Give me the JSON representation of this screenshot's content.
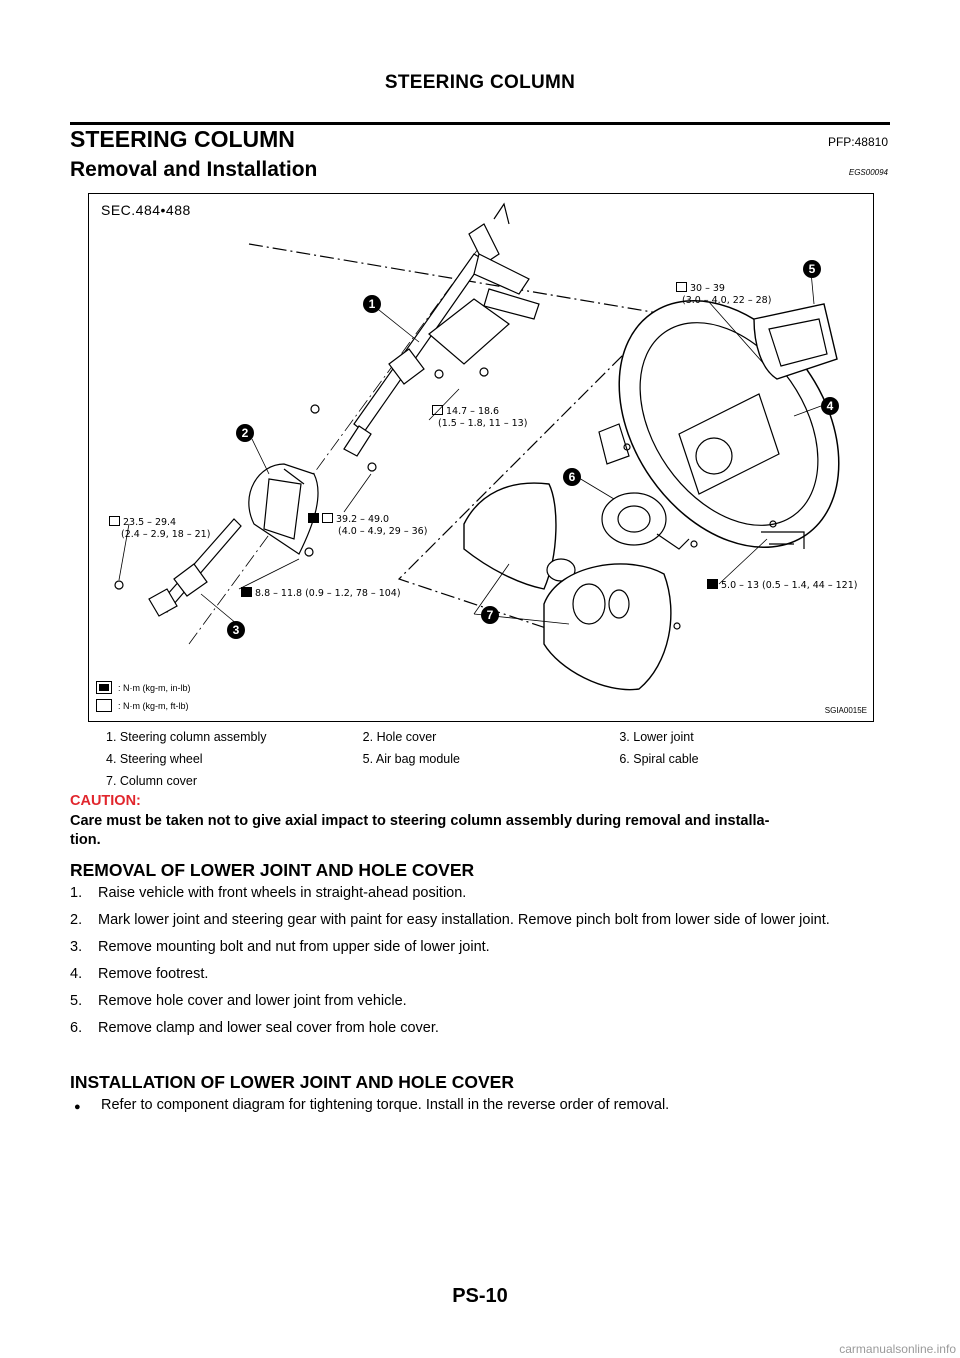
{
  "header": {
    "title": "STEERING COLUMN"
  },
  "section": {
    "title": "STEERING COLUMN",
    "code": "PFP:48810"
  },
  "subsection": {
    "title": "Removal and Installation",
    "code": "EGS00094"
  },
  "figure": {
    "sec": "SEC.484•488",
    "id": "SGIA0015E",
    "callouts": [
      "1",
      "2",
      "3",
      "4",
      "5",
      "6",
      "7"
    ],
    "torques": {
      "t1": {
        "line1": "30 – 39",
        "line2": "(3.0 – 4.0, 22 – 28)"
      },
      "t2": {
        "line1": "14.7 – 18.6",
        "line2": "(1.5 – 1.8, 11 – 13)"
      },
      "t3": {
        "line1": "23.5 – 29.4",
        "line2": "(2.4 – 2.9, 18 – 21)"
      },
      "t4": {
        "line1": "39.2 – 49.0",
        "line2": "(4.0 – 4.9, 29 – 36)"
      },
      "t5": {
        "line1": "8.8 – 11.8 (0.9 – 1.2, 78 – 104)"
      },
      "t6": {
        "line1": "5.0 – 13 (0.5 – 1.4, 44 – 121)"
      }
    },
    "legend": [
      {
        "text": ": N·m (kg-m, in-lb)"
      },
      {
        "text": ": N·m (kg-m, ft-lb)"
      }
    ]
  },
  "parts": [
    [
      "1.   Steering column assembly",
      "2.   Hole cover",
      "3.   Lower joint"
    ],
    [
      "4.   Steering wheel",
      "5.   Air bag module",
      "6.   Spiral cable"
    ],
    [
      "7.   Column cover",
      "",
      ""
    ]
  ],
  "caution": {
    "label": "CAUTION:",
    "line1": "Care must be taken not to give axial impact to steering column assembly during removal and installa-",
    "line2": "tion."
  },
  "removal": {
    "title": "REMOVAL OF LOWER JOINT AND HOLE COVER",
    "steps": [
      {
        "num": "1.",
        "text": "Raise vehicle with front wheels in straight-ahead position."
      },
      {
        "num": "2.",
        "text": "Mark lower joint and steering gear with paint for easy installation. Remove pinch bolt from lower side of lower joint."
      },
      {
        "num": "3.",
        "text": "Remove mounting bolt and nut from upper side of lower joint."
      },
      {
        "num": "4.",
        "text": "Remove footrest."
      },
      {
        "num": "5.",
        "text": "Remove hole cover and lower joint from vehicle."
      },
      {
        "num": "6.",
        "text": "Remove clamp and lower seal cover from hole cover."
      }
    ]
  },
  "installation": {
    "title": "INSTALLATION OF LOWER JOINT AND HOLE COVER",
    "bullet": "Refer to component diagram for tightening torque. Install in the reverse order of removal."
  },
  "footer": {
    "page": "PS-10",
    "watermark": "carmanualsonline.info"
  }
}
